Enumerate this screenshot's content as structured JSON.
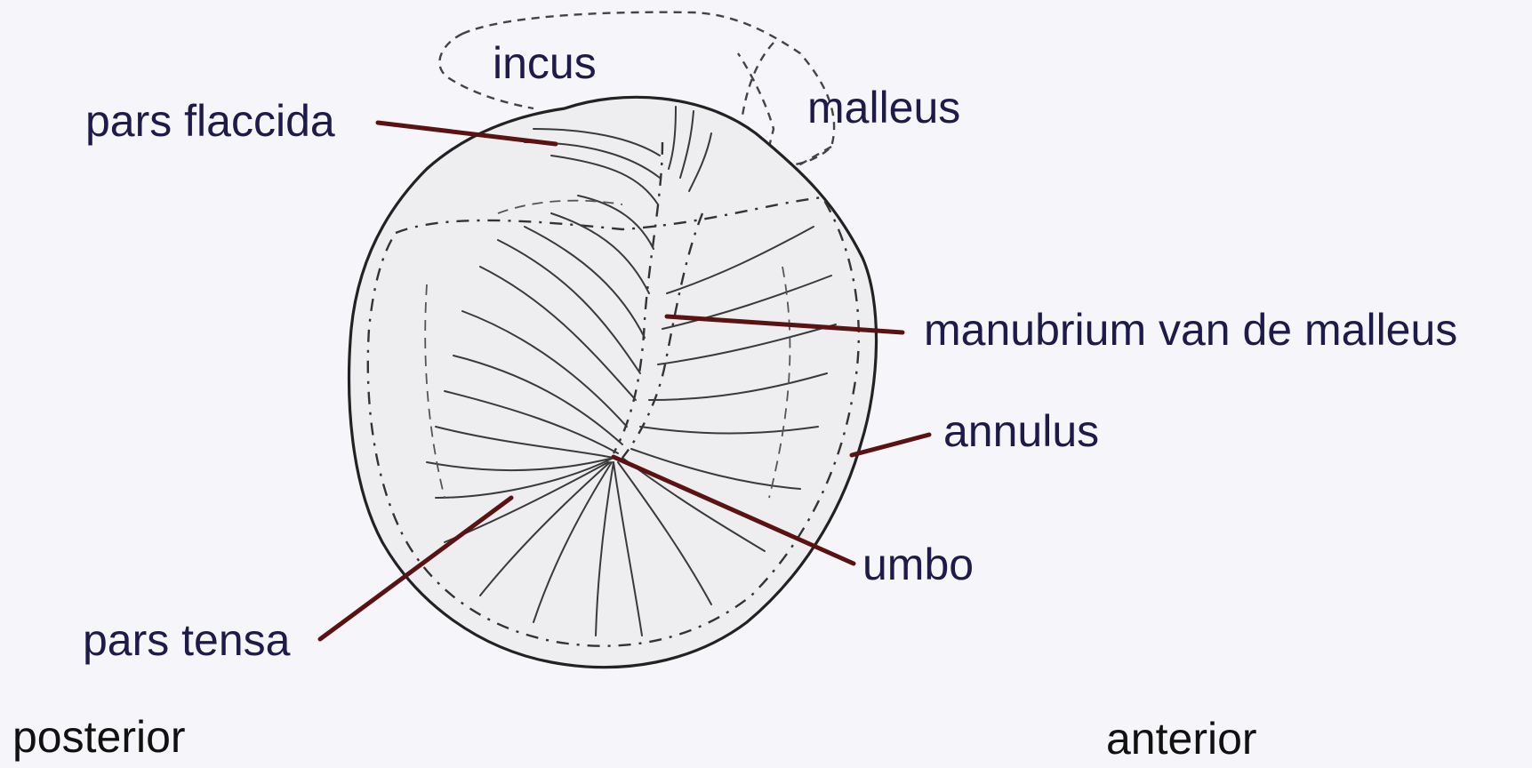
{
  "labels": {
    "incus": "incus",
    "malleus": "malleus",
    "pars_flaccida": "pars flaccida",
    "manubrium": "manubrium van de malleus",
    "annulus": "annulus",
    "umbo": "umbo",
    "pars_tensa": "pars tensa",
    "posterior": "posterior",
    "anterior": "anterior"
  },
  "colors": {
    "label_text": "#1e1a4a",
    "leader_line": "#5a1212",
    "background": "#f6f6fa",
    "membrane_fill": "#eeeef1"
  }
}
